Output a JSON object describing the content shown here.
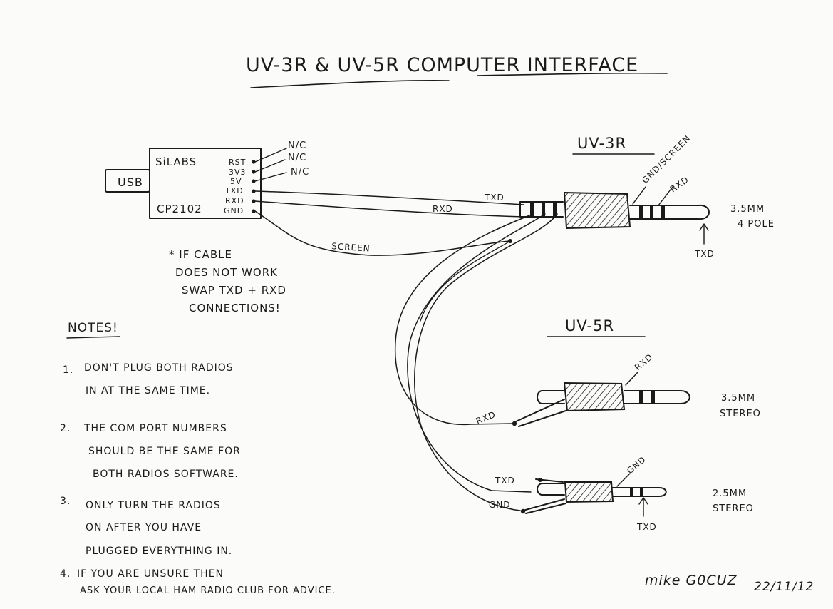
{
  "title": "UV-3R & UV-5R COMPUTER INTERFACE",
  "usb_adapter": {
    "plug_label": "USB",
    "chip_maker": "SiLABS",
    "chip_model": "CP2102",
    "pins": [
      "RST",
      "3V3",
      "5V",
      "TXD",
      "RXD",
      "GND"
    ],
    "nc_labels": [
      "N/C",
      "N/C",
      "N/C"
    ]
  },
  "wire_labels": {
    "rxd": "RXD",
    "txd": "TXD",
    "screen": "SCREEN"
  },
  "uv3r": {
    "heading": "UV-3R",
    "gnd_screen": "GND/SCREEN",
    "rxd": "RXD",
    "txd": "TXD",
    "plug_size": "3.5MM",
    "plug_type": "4 POLE"
  },
  "uv5r": {
    "heading": "UV-5R",
    "plug1_rxd": "RXD",
    "plug1_wire_rxd": "RXD",
    "plug1_size": "3.5MM",
    "plug1_type": "STEREO",
    "plug2_gnd": "GND",
    "plug2_txd": "TXD",
    "plug2_wire_txd": "TXD",
    "plug2_wire_gnd": "GND",
    "plug2_size": "2.5MM",
    "plug2_type": "STEREO"
  },
  "swap_note": [
    "* IF CABLE",
    "DOES NOT WORK",
    "SWAP TXD + RXD",
    "CONNECTIONS!"
  ],
  "notes_heading": "NOTES!",
  "notes": [
    {
      "num": "1.",
      "lines": [
        "DON'T PLUG BOTH RADIOS",
        "IN AT THE SAME TIME."
      ]
    },
    {
      "num": "2.",
      "lines": [
        "THE COM PORT NUMBERS",
        "SHOULD BE THE SAME FOR",
        "BOTH RADIOS SOFTWARE."
      ]
    },
    {
      "num": "3.",
      "lines": [
        "ONLY TURN THE RADIOS",
        "ON AFTER YOU HAVE",
        "PLUGGED EVERYTHING IN."
      ]
    },
    {
      "num": "4.",
      "lines": [
        "IF YOU ARE UNSURE THEN",
        "ASK YOUR LOCAL HAM RADIO CLUB FOR ADVICE."
      ]
    }
  ],
  "signature": "mike G0CUZ",
  "date": "22/11/12"
}
